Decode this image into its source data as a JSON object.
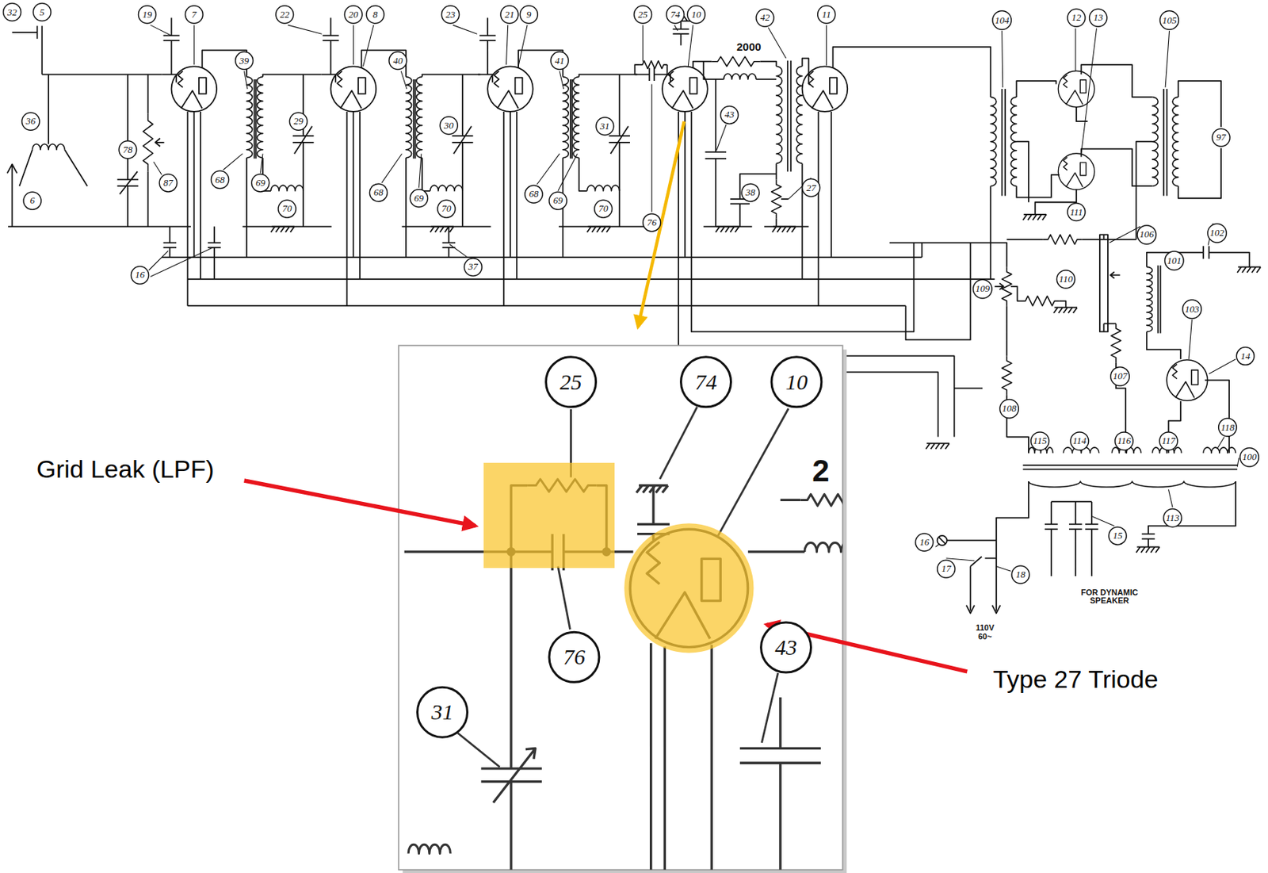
{
  "diagram": {
    "labels": [
      "32",
      "5",
      "19",
      "7",
      "22",
      "20",
      "8",
      "23",
      "21",
      "9",
      "25",
      "74",
      "10",
      "2000",
      "42",
      "11",
      "104",
      "12",
      "13",
      "105",
      "36",
      "6",
      "78",
      "87",
      "39",
      "29",
      "68",
      "69",
      "70",
      "40",
      "30",
      "68",
      "69",
      "70",
      "41",
      "31",
      "68",
      "69",
      "70",
      "76",
      "43",
      "38",
      "27",
      "16",
      "37",
      "97",
      "111",
      "106",
      "102",
      "110",
      "109",
      "101",
      "103",
      "14",
      "107",
      "108",
      "115",
      "114",
      "116",
      "117",
      "118",
      "100",
      "113",
      "15",
      "16",
      "17",
      "18",
      "FOR DYNAMIC SPEAKER",
      "110V 60~",
      "25",
      "74",
      "10",
      "2",
      "76",
      "43",
      "31",
      "Grid Leak (LPF)",
      "Type 27 Triode"
    ]
  }
}
